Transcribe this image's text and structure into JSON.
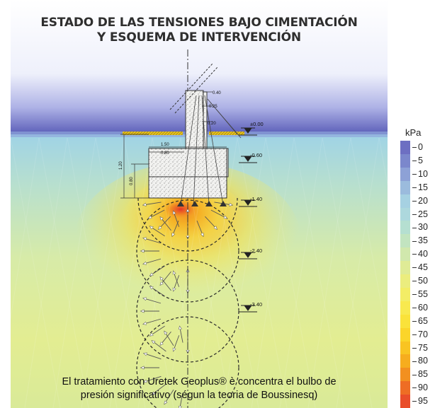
{
  "title_line1": "ESTADO DE LAS TENSIONES BAJO CIMENTACIÓN",
  "title_line2": "Y ESQUEMA DE INTERVENCIÓN",
  "caption_line1": "El tratamiento con Uretek Geoplus® è concentra el bulbo de",
  "caption_line2": "presión significativo (ségun la teoria de Boussinesq)",
  "legend": {
    "unit": "kPa",
    "labels": [
      "0",
      "5",
      "10",
      "15",
      "20",
      "25",
      "30",
      "35",
      "40",
      "45",
      "50",
      "55",
      "60",
      "65",
      "70",
      "75",
      "80",
      "85",
      "90",
      "95"
    ],
    "colors": [
      "#6d6fc2",
      "#7b87cc",
      "#8da1d6",
      "#9bbbdd",
      "#a6d1e2",
      "#add8dd",
      "#b5dfd1",
      "#c2e4c0",
      "#d1e8ad",
      "#dfeb96",
      "#ebed7e",
      "#f3ed66",
      "#f8e94f",
      "#fae23a",
      "#fbd52a",
      "#f9c422",
      "#f6ad1e",
      "#f29020",
      "#ee6d24",
      "#e94e2a"
    ],
    "accent_sky": "#3d3f96",
    "accent_ground": "#9fd5e3"
  },
  "levels": [
    "±0.00",
    "-0.60",
    "-1.40",
    "-2.40",
    "-3.40"
  ],
  "dimensions": {
    "wall_top": "0.40",
    "wall_mid": "0.25",
    "wall_low": "0.20",
    "footing_width": "1.50",
    "step_width": "0.80",
    "total_height": "1.20",
    "footing_height": "0.80"
  }
}
